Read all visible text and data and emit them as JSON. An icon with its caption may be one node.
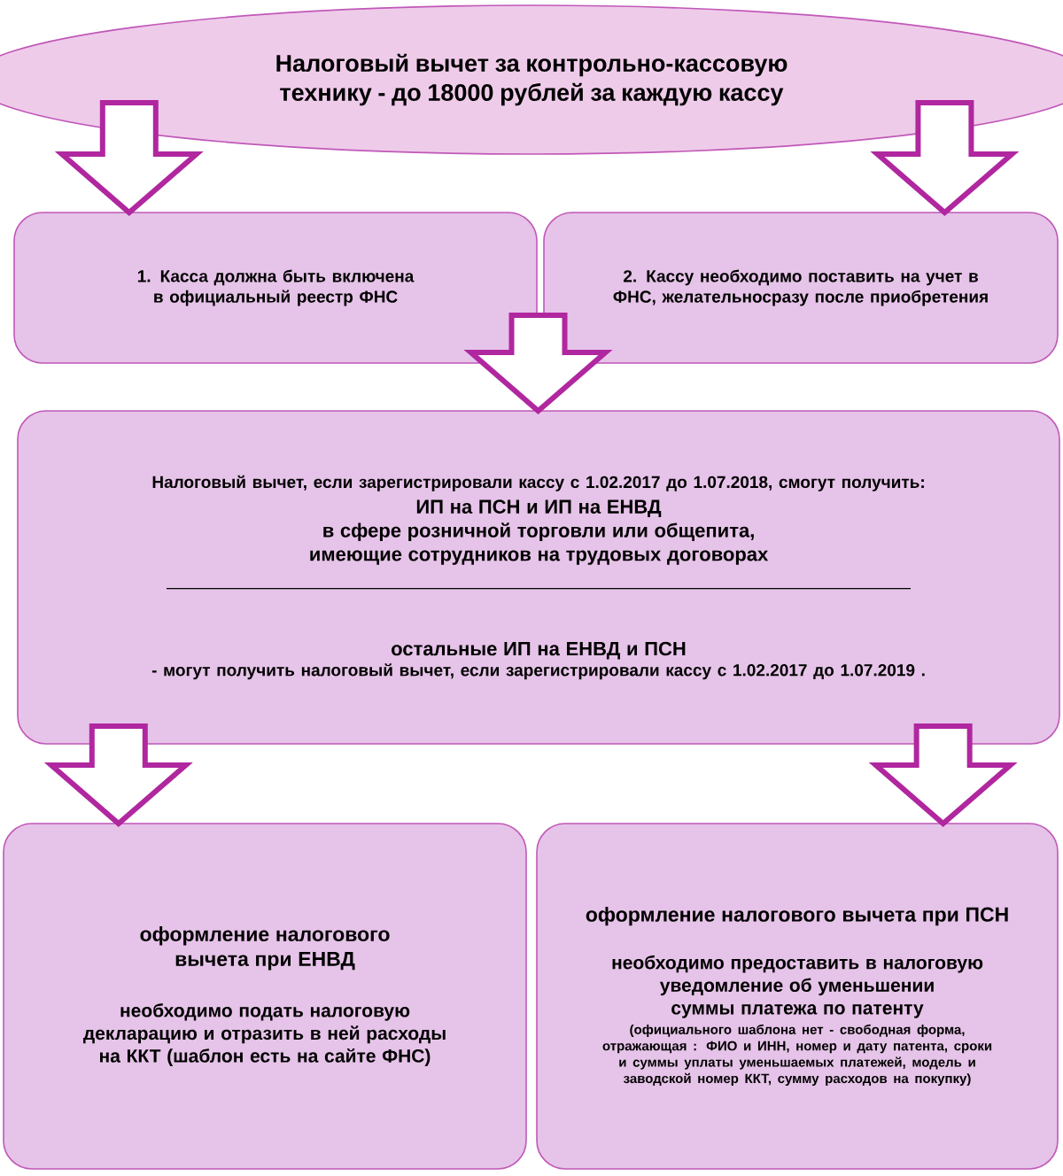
{
  "diagram": {
    "nodes": [
      {
        "text": [
          "Налоговый вычет за контрольно-кассовую технику - до 18000 рублей за каждую кассу"
        ]
      },
      {
        "text": [
          "1. Касса должна быть включена в официальный реестр ФНС"
        ]
      },
      {
        "text": [
          "2. Кассу необходимо поставить на учет в ФНС, желательносразу после приобретения"
        ]
      },
      {
        "text": [
          "Налоговый вычет, если зарегистрировали кассу с 1.02.2017 до 1.07.2018, смогут получить:",
          "ИП на ПСН и ИП на ЕНВД",
          "в сфере розничной торговли или общепита, имеющие сотрудников на трудовых договорах",
          "остальные ИП на ЕНВД и ПСН",
          "- могут получить налоговый вычет, если зарегистрировали кассу с 1.02.2017 до 1.07.2019 ."
        ]
      },
      {
        "text": [
          "оформление налогового вычета при ЕНВД",
          "необходимо подать налоговую декларацию и отразить в ней расходы на ККТ (шаблон есть на сайте ФНС)"
        ]
      },
      {
        "text": [
          "оформление налогового вычета при ПСН",
          "необходимо предоставить в налоговую уведомление об уменьшении суммы платежа по патенту",
          "(официального шаблона нет - свободная форма, отражающая : ФИО и ИНН, номер и дату патента, сроки и суммы уплаты уменьшаемых платежей, модель и заводской номер ККТ, сумму расходов на покупку)"
        ]
      }
    ],
    "edges": [
      {
        "from": 0,
        "to": 1,
        "arrow": "to"
      },
      {
        "from": 0,
        "to": 2,
        "arrow": "to"
      },
      {
        "from": 1,
        "to": 3,
        "arrow": "to"
      },
      {
        "from": 2,
        "to": 3,
        "arrow": "to"
      },
      {
        "from": 3,
        "to": 4,
        "arrow": "to"
      },
      {
        "from": 3,
        "to": 5,
        "arrow": "to"
      }
    ]
  }
}
